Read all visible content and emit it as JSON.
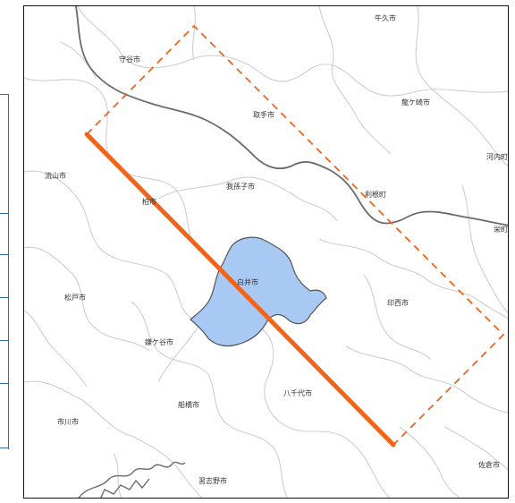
{
  "map": {
    "colors": {
      "boundary": "#cfcfcf",
      "river": "#6b6b6b",
      "lake_fill": "#a9c9f5",
      "lake_stroke": "#555555",
      "route_line": "#f26419",
      "study_area": "#f26419",
      "table_border": "#2f6f9a"
    },
    "cities": [
      {
        "id": "ushiku",
        "name": "牛久市"
      },
      {
        "id": "moriya",
        "name": "守谷市"
      },
      {
        "id": "ryugasaki",
        "name": "龍ケ崎市"
      },
      {
        "id": "toride",
        "name": "取手市"
      },
      {
        "id": "kawachi",
        "name": "河内町"
      },
      {
        "id": "nagareyama",
        "name": "流山市"
      },
      {
        "id": "abiko",
        "name": "我孫子市"
      },
      {
        "id": "tone",
        "name": "利根町"
      },
      {
        "id": "sakae",
        "name": "栄町"
      },
      {
        "id": "kashiwa",
        "name": "柏市"
      },
      {
        "id": "shiroi",
        "name": "白井市"
      },
      {
        "id": "inzai",
        "name": "印西市"
      },
      {
        "id": "matsudo",
        "name": "松戸市"
      },
      {
        "id": "kamagaya",
        "name": "鎌ケ谷市"
      },
      {
        "id": "funabashi",
        "name": "船橋市"
      },
      {
        "id": "yachiyo",
        "name": "八千代市"
      },
      {
        "id": "ichikawa",
        "name": "市川市"
      },
      {
        "id": "narashino",
        "name": "習志野市"
      },
      {
        "id": "sakura",
        "name": "佐倉市"
      }
    ]
  }
}
